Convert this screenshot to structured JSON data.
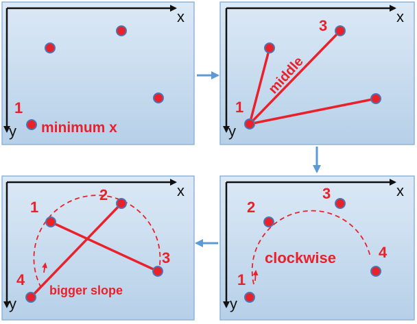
{
  "axis_labels": {
    "x": "x",
    "y": "y"
  },
  "panel1": {
    "label_1": "1",
    "caption": "minimum x"
  },
  "panel2": {
    "label_1": "1",
    "label_3": "3",
    "caption": "middle"
  },
  "panel3": {
    "label_1": "1",
    "label_2": "2",
    "label_3": "3",
    "label_4": "4",
    "caption": "clockwise"
  },
  "panel4": {
    "label_1": "1",
    "label_2": "2",
    "label_3": "3",
    "label_4": "4",
    "caption": "bigger slope"
  },
  "colors": {
    "panel_top": "#dbe9f6",
    "panel_bottom": "#b9d3ea",
    "panel_border": "#8fb4d8",
    "point": "#e8212b",
    "point_border": "#4a77b4",
    "accent": "#e8212b",
    "arrow": "#5b9bd5"
  }
}
